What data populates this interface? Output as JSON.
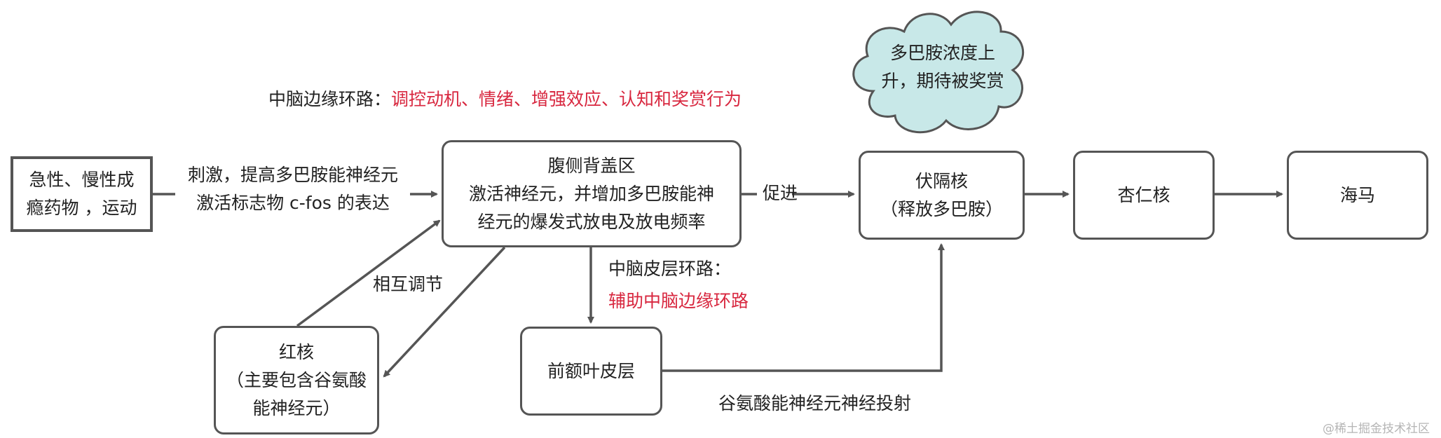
{
  "nodes": {
    "drugs": {
      "lines": [
        "急性、慢性成",
        "瘾药物 ，运动"
      ]
    },
    "vta": {
      "title": "腹侧背盖区",
      "lines": [
        "激活神经元，并增加多巴胺能神",
        "经元的爆发式放电及放电频率"
      ]
    },
    "nucleus_accumbens": {
      "title": "伏隔核",
      "lines": [
        "（释放多巴胺）"
      ]
    },
    "amygdala": {
      "title": "杏仁核"
    },
    "hippocampus": {
      "title": "海马"
    },
    "red_nucleus": {
      "title": "红核",
      "lines": [
        "（主要包含谷氨酸",
        "能神经元）"
      ]
    },
    "prefrontal_cortex": {
      "title": "前额叶皮层"
    }
  },
  "cloud": {
    "lines": [
      "多巴胺浓度上",
      "升，期待被奖赏"
    ],
    "fill": "#c8e8e8"
  },
  "labels": {
    "mesolimbic_prefix": "中脑边缘环路：",
    "mesolimbic_detail": "调控动机、情绪、增强效应、认知和奖赏行为",
    "stimulate_line1": "刺激，提高多巴胺能神经元",
    "stimulate_line2": "激活标志物 c-fos 的表达",
    "promote": "促进",
    "mutual_regulation": "相互调节",
    "mesocortical_prefix": "中脑皮层环路：",
    "mesocortical_detail": "辅助中脑边缘环路",
    "glutamate_projection": "谷氨酸能神经元神经投射"
  },
  "colors": {
    "border": "#555555",
    "arrow": "#555555",
    "accent": "#d8273f",
    "text": "#222222"
  },
  "watermark": "@稀土掘金技术社区"
}
